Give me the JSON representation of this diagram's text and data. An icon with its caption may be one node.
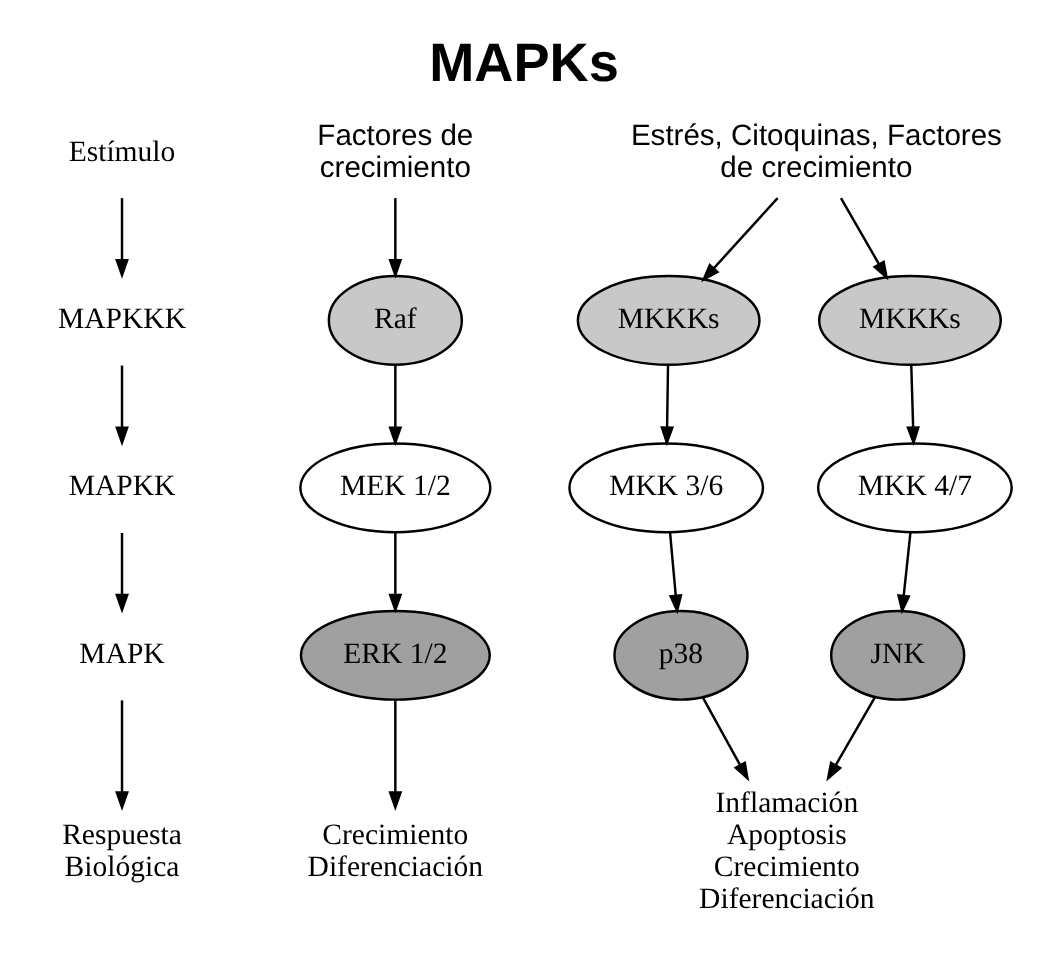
{
  "diagram": {
    "title": "MAPKs",
    "nodes": [
      {
        "text": [
          "Estímulo"
        ]
      },
      {
        "text": [
          "MAPKKK"
        ]
      },
      {
        "text": [
          "MAPKK"
        ]
      },
      {
        "text": [
          "MAPK"
        ]
      },
      {
        "text": [
          "Respuesta Biológica"
        ]
      },
      {
        "text": [
          "Factores de crecimiento"
        ]
      },
      {
        "text": [
          "Estrés, Citoquinas, Factores de crecimiento"
        ]
      },
      {
        "text": [
          "Raf"
        ]
      },
      {
        "text": [
          "MKKKs"
        ]
      },
      {
        "text": [
          "MKKKs"
        ]
      },
      {
        "text": [
          "MEK 1/2"
        ]
      },
      {
        "text": [
          "MKK 3/6"
        ]
      },
      {
        "text": [
          "MKK 4/7"
        ]
      },
      {
        "text": [
          "ERK 1/2"
        ]
      },
      {
        "text": [
          "p38"
        ]
      },
      {
        "text": [
          "JNK"
        ]
      },
      {
        "text": [
          "Crecimiento",
          "Diferenciación"
        ]
      },
      {
        "text": [
          "Inflamación",
          "Apoptosis",
          "Crecimiento",
          "Diferenciación"
        ]
      }
    ],
    "edges": [
      {
        "from": 0,
        "to": 1,
        "arrow": "to"
      },
      {
        "from": 1,
        "to": 2,
        "arrow": "to"
      },
      {
        "from": 2,
        "to": 3,
        "arrow": "to"
      },
      {
        "from": 3,
        "to": 4,
        "arrow": "to"
      },
      {
        "from": 5,
        "to": 7,
        "arrow": "to"
      },
      {
        "from": 6,
        "to": 8,
        "arrow": "to"
      },
      {
        "from": 6,
        "to": 9,
        "arrow": "to"
      },
      {
        "from": 7,
        "to": 10,
        "arrow": "to"
      },
      {
        "from": 8,
        "to": 11,
        "arrow": "to"
      },
      {
        "from": 9,
        "to": 12,
        "arrow": "to"
      },
      {
        "from": 10,
        "to": 13,
        "arrow": "to"
      },
      {
        "from": 11,
        "to": 14,
        "arrow": "to"
      },
      {
        "from": 12,
        "to": 15,
        "arrow": "to"
      },
      {
        "from": 13,
        "to": 16,
        "arrow": "to"
      },
      {
        "from": 14,
        "to": 17,
        "arrow": "to"
      },
      {
        "from": 15,
        "to": 17,
        "arrow": "to"
      }
    ]
  }
}
